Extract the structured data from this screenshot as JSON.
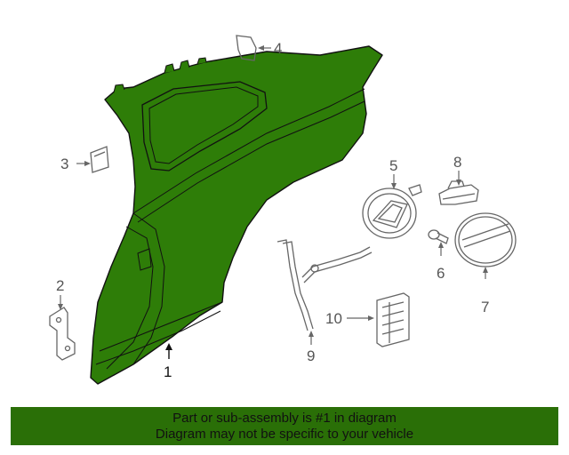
{
  "colors": {
    "highlight": "#2e7d08",
    "banner": "#2a6f07",
    "line": "#666666",
    "main_line": "#111111"
  },
  "callouts": [
    {
      "id": "1",
      "label": "1"
    },
    {
      "id": "2",
      "label": "2"
    },
    {
      "id": "3",
      "label": "3"
    },
    {
      "id": "4",
      "label": "4"
    },
    {
      "id": "5",
      "label": "5"
    },
    {
      "id": "6",
      "label": "6"
    },
    {
      "id": "7",
      "label": "7"
    },
    {
      "id": "8",
      "label": "8"
    },
    {
      "id": "9",
      "label": "9"
    },
    {
      "id": "10",
      "label": "10"
    }
  ],
  "banner": {
    "line1": "Part or sub-assembly is #1 in diagram",
    "line2": "Diagram may not be specific to your vehicle"
  }
}
